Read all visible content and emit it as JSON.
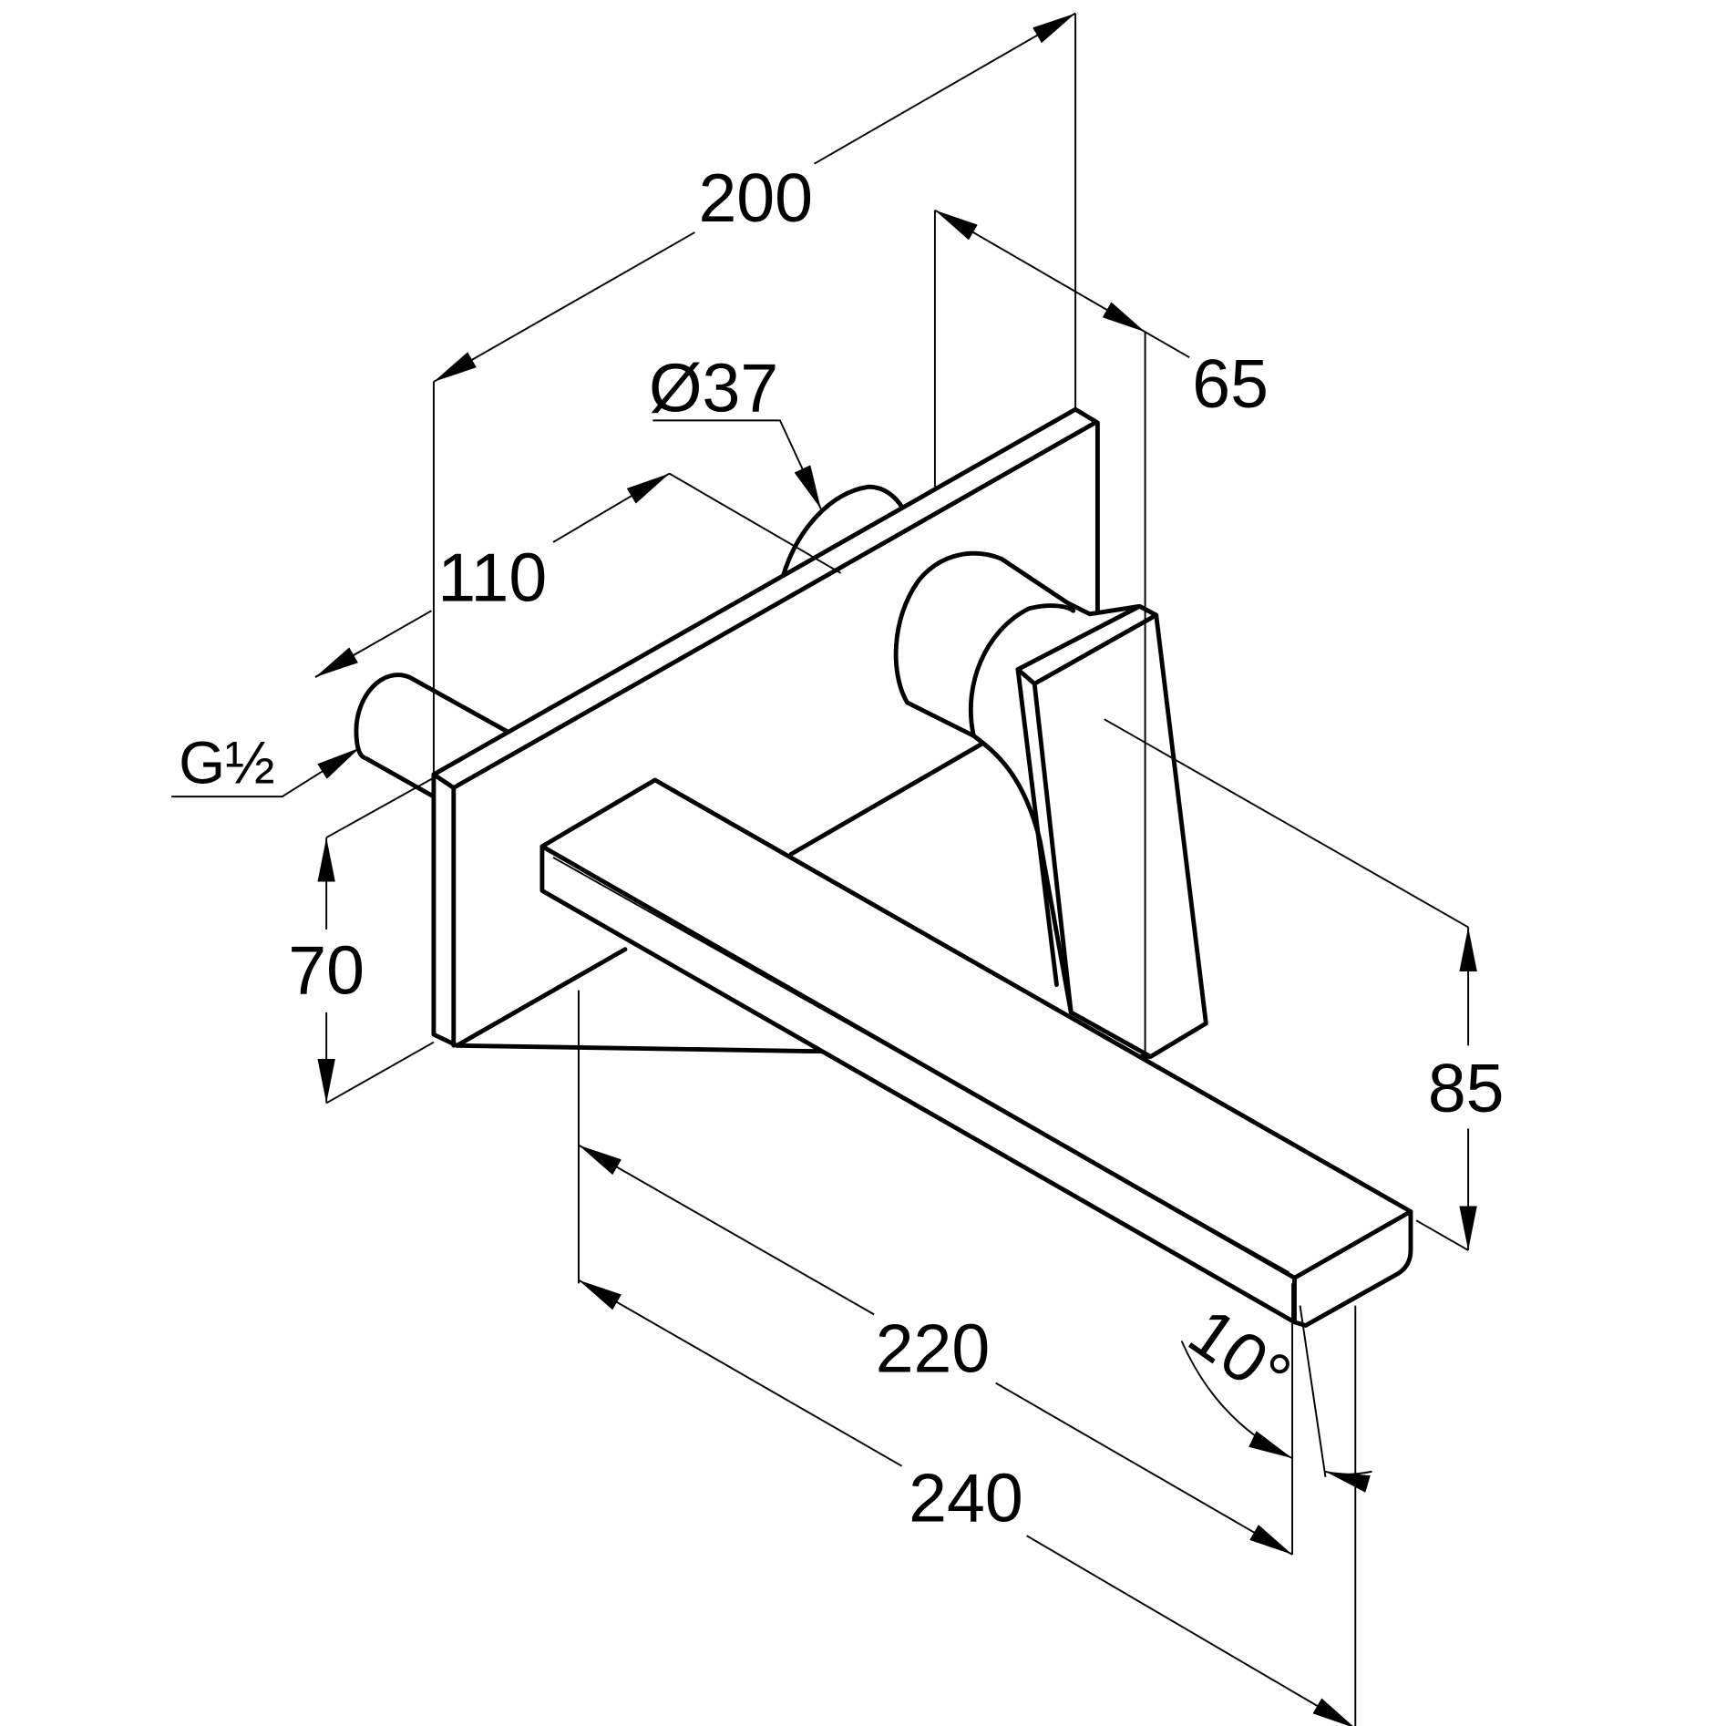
{
  "title": "Wall-mounted basin mixer dimension drawing",
  "dimensions": {
    "plate_width": "200",
    "handle_depth": "65",
    "rosette_diameter": "Ø37",
    "connection_offset": "110",
    "thread": "G½",
    "connection_height": "70",
    "spout_height": "85",
    "spout_projection": "220",
    "total_projection": "240",
    "spout_angle": "10°"
  },
  "colors": {
    "line": "#000000",
    "background": "#ffffff"
  }
}
